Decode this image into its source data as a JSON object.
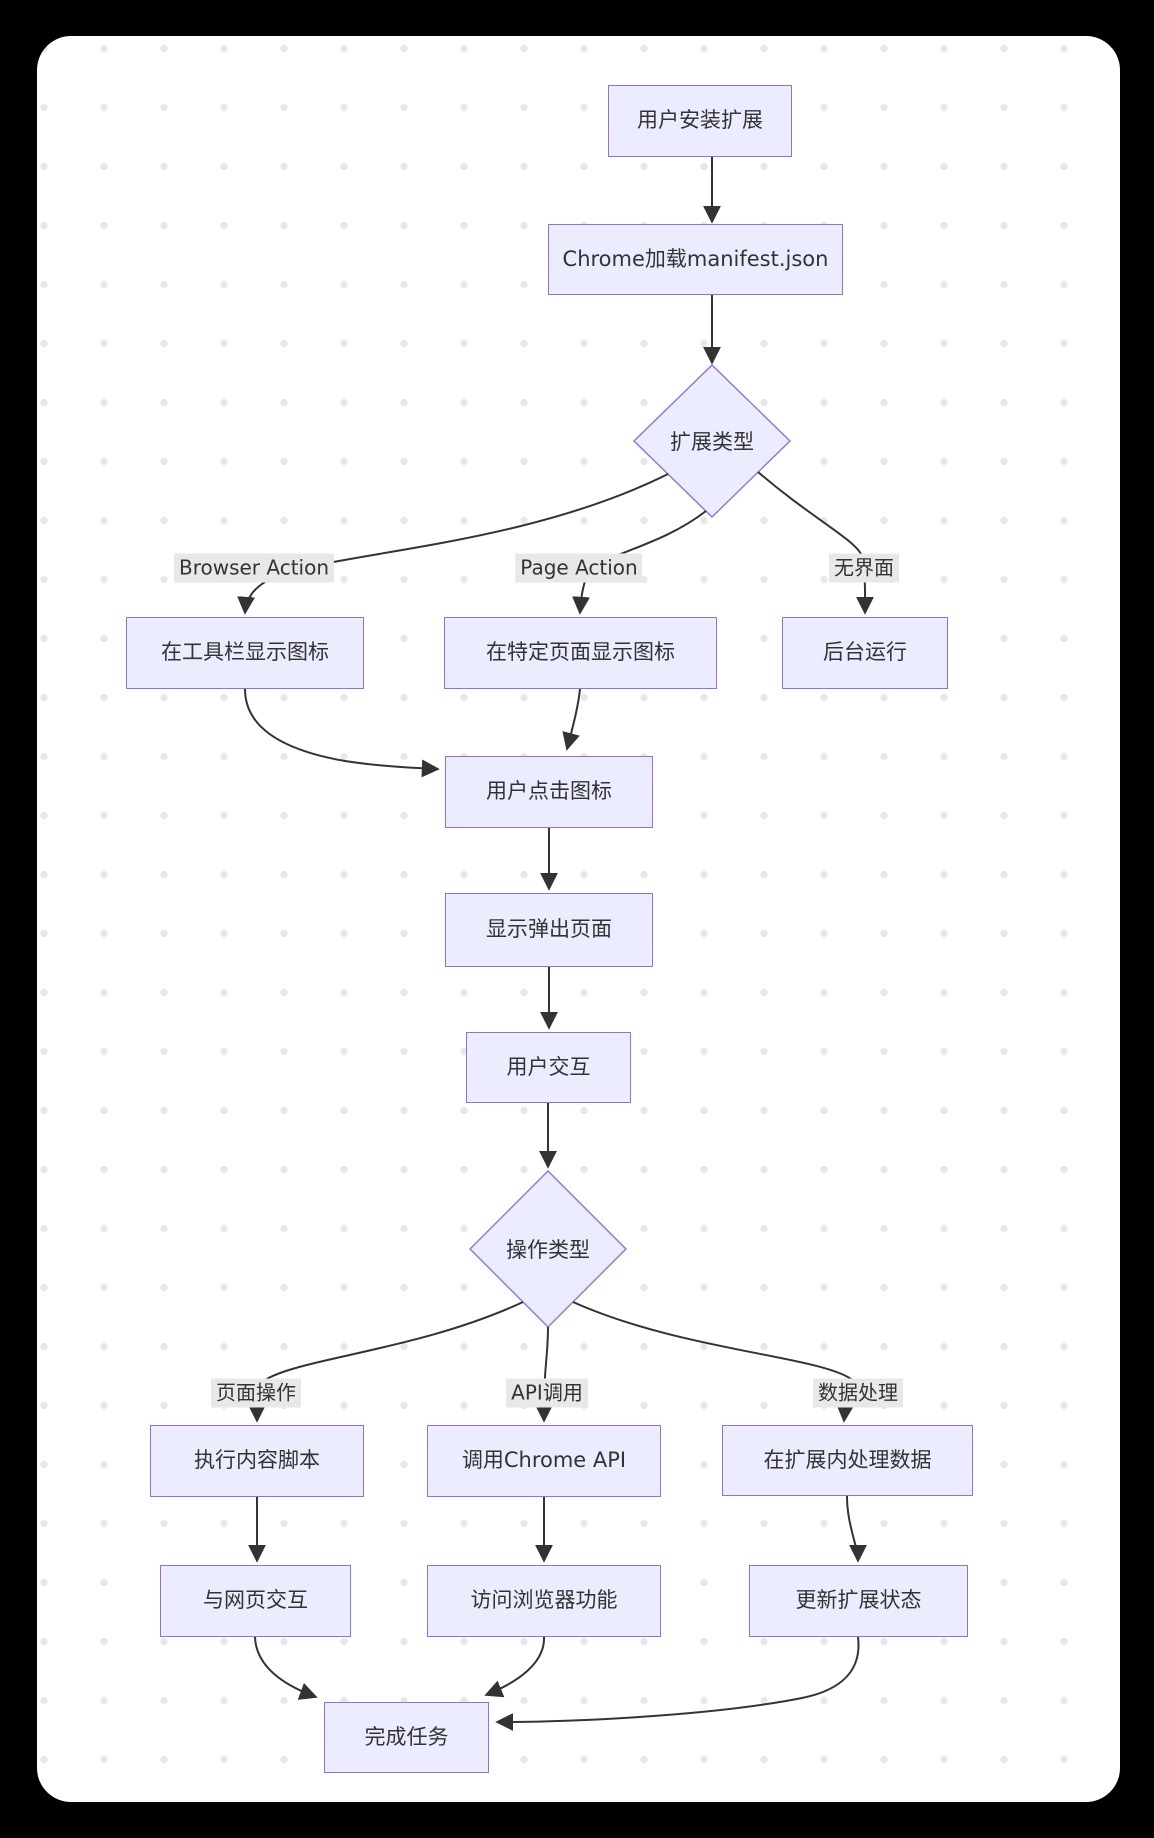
{
  "colors": {
    "page_bg": "#000000",
    "card_bg": "#ffffff",
    "node_fill": "#ECECFF",
    "node_border": "#9370DB",
    "edge": "#333333",
    "text": "#333333",
    "label_bg": "#e8e8e8",
    "dot": "#e7e7e7"
  },
  "diagram": {
    "nodes": [
      {
        "id": "install-extension",
        "shape": "rect",
        "label": "用户安装扩展"
      },
      {
        "id": "load-manifest",
        "shape": "rect",
        "label": "Chrome加载manifest.json"
      },
      {
        "id": "extension-type",
        "shape": "diamond",
        "label": "扩展类型"
      },
      {
        "id": "toolbar-icon",
        "shape": "rect",
        "label": "在工具栏显示图标"
      },
      {
        "id": "page-specific-icon",
        "shape": "rect",
        "label": "在特定页面显示图标"
      },
      {
        "id": "background-run",
        "shape": "rect",
        "label": "后台运行"
      },
      {
        "id": "user-click-icon",
        "shape": "rect",
        "label": "用户点击图标"
      },
      {
        "id": "show-popup",
        "shape": "rect",
        "label": "显示弹出页面"
      },
      {
        "id": "user-interaction",
        "shape": "rect",
        "label": "用户交互"
      },
      {
        "id": "operation-type",
        "shape": "diamond",
        "label": "操作类型"
      },
      {
        "id": "run-content-script",
        "shape": "rect",
        "label": "执行内容脚本"
      },
      {
        "id": "call-chrome-api",
        "shape": "rect",
        "label": "调用Chrome API"
      },
      {
        "id": "process-in-extension",
        "shape": "rect",
        "label": "在扩展内处理数据"
      },
      {
        "id": "interact-webpage",
        "shape": "rect",
        "label": "与网页交互"
      },
      {
        "id": "access-browser-features",
        "shape": "rect",
        "label": "访问浏览器功能"
      },
      {
        "id": "update-extension-state",
        "shape": "rect",
        "label": "更新扩展状态"
      },
      {
        "id": "task-complete",
        "shape": "rect",
        "label": "完成任务"
      }
    ],
    "edge_labels": [
      {
        "id": "browser-action",
        "label": "Browser Action"
      },
      {
        "id": "page-action",
        "label": "Page Action"
      },
      {
        "id": "no-ui",
        "label": "无界面"
      },
      {
        "id": "page-operation",
        "label": "页面操作"
      },
      {
        "id": "api-call",
        "label": "API调用"
      },
      {
        "id": "data-processing",
        "label": "数据处理"
      }
    ]
  }
}
